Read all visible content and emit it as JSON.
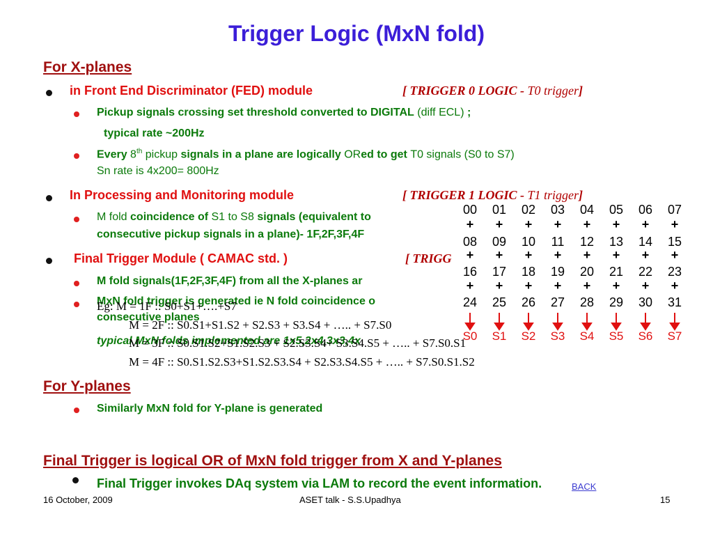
{
  "title": "Trigger Logic (MxN fold)",
  "x_heading": "For X-planes",
  "fed": {
    "text": "in Front End Discriminator (FED) module",
    "logic_open": "[  TRIGGER 0 LOGIC  - ",
    "logic_name": "T0 trigger",
    "logic_close": "]",
    "sub1_a": "Pickup signals crossing set threshold converted to DIGITAL",
    "sub1_b": " (diff ECL) ",
    "sub1_c": ";",
    "sub1_rate": "typical  rate ~200Hz",
    "sub2_a": "Every ",
    "sub2_b": "8",
    "sub2_sup": "th",
    "sub2_c": " pickup ",
    "sub2_d": "signals in a plane are logically ",
    "sub2_e": "OR",
    "sub2_f": "ed to get ",
    "sub2_g": "T0 signals (S0 to S7)",
    "sub2_rate": "Sn rate is 4x200= 800Hz"
  },
  "pm": {
    "text": "In  Processing and Monitoring module",
    "logic_open": "[  TRIGGER 1 LOGIC  - ",
    "logic_name": "T1 trigger",
    "logic_close": "]",
    "sub1_a": "M fold ",
    "sub1_b": "coincidence of ",
    "sub1_c": "S1 to S8 ",
    "sub1_d": "signals (equivalent to",
    "sub1_line2": "consecutive pickup signals in a plane)- 1F,2F,3F,4F"
  },
  "ftm": {
    "text": "Final Trigger Module ( CAMAC std. )",
    "logic_open": "[  TRIGG",
    "sub1": "M fold signals(1F,2F,3F,4F)  from all the X-planes ar",
    "sub2_line1": "MxN fold trigger is generated ie N fold coincidence o",
    "sub2_line2": "consecutive planes",
    "sub2_line3": "typical MxN folds implemented are 1x5,2x4,3x3,4x"
  },
  "equations": [
    "Eg:  M = 1F ::  S0+S1+….+S7",
    "M = 2F :: S0.S1+S1.S2 + S2.S3 + S3.S4 + ….. + S7.S0",
    "M = 3F :: S0.S1.S2+S1.S2.S3 + S2.S3.S4+ S3.S4.S5 + ….. + S7.S0.S1",
    "M = 4F :: S0.S1.S2.S3+S1.S2.S3.S4 + S2.S3.S4.S5 + ….. + S7.S0.S1.S2"
  ],
  "grid": {
    "rows": [
      [
        "00",
        "01",
        "02",
        "03",
        "04",
        "05",
        "06",
        "07"
      ],
      [
        "08",
        "09",
        "10",
        "11",
        "12",
        "13",
        "14",
        "15"
      ],
      [
        "16",
        "17",
        "18",
        "19",
        "20",
        "21",
        "22",
        "23"
      ],
      [
        "24",
        "25",
        "26",
        "27",
        "28",
        "29",
        "30",
        "31"
      ]
    ],
    "plus": "+",
    "signals": [
      "S0",
      "S1",
      "S2",
      "S3",
      "S4",
      "S5",
      "S6",
      "S7"
    ],
    "arrow_color": "#e01010"
  },
  "y_heading": "For Y-planes",
  "y_sub": "Similarly MxN fold for Y-plane is generated",
  "final_heading": "Final Trigger is logical OR of MxN fold trigger from X and Y-planes",
  "final_sub": "Final Trigger invokes DAq system via LAM  to record the event information.",
  "back_label": "BACK",
  "footer": {
    "date": "16 October, 2009",
    "talk": "ASET talk -  S.S.Upadhya",
    "page": "15"
  },
  "colors": {
    "title": "#3b1ed8",
    "red": "#e01010",
    "green": "#0b7a0b",
    "heading": "#a01010"
  }
}
